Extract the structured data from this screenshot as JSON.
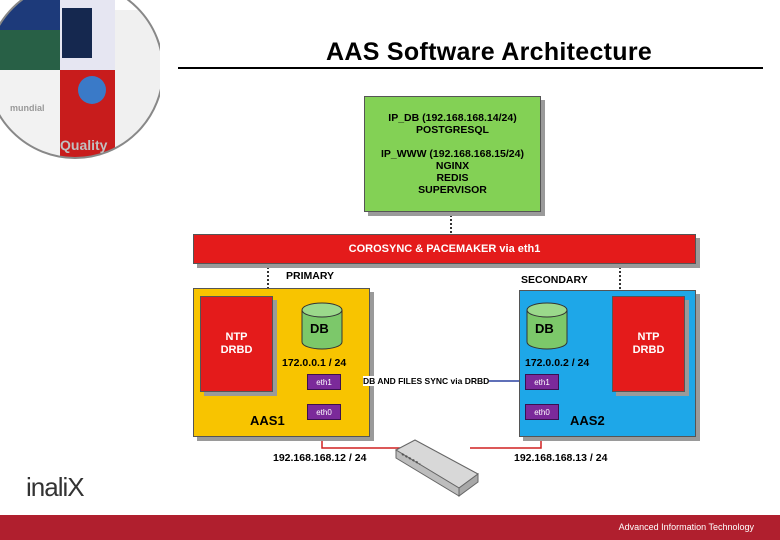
{
  "title": "AAS Software Architecture",
  "top_server": {
    "line1": "IP_DB (192.168.168.14/24)",
    "line2": "POSTGRESQL",
    "line3": "IP_WWW (192.168.168.15/24)",
    "line4": "NGINX",
    "line5": "REDIS",
    "line6": "SUPERVISOR"
  },
  "cluster_bar": "COROSYNC & PACEMAKER via eth1",
  "primary_label": "PRIMARY",
  "secondary_label": "SECONDARY",
  "node1": {
    "ntp_line1": "NTP",
    "ntp_line2": "DRBD",
    "db": "DB",
    "ip": "172.0.0.1 / 24",
    "eth1": "eth1",
    "eth0": "eth0",
    "name": "AAS1",
    "public_ip": "192.168.168.12 / 24"
  },
  "node2": {
    "ntp_line1": "NTP",
    "ntp_line2": "DRBD",
    "db": "DB",
    "ip": "172.0.0.2 / 24",
    "eth1": "eth1",
    "eth0": "eth0",
    "name": "AAS2",
    "public_ip": "192.168.168.13 / 24"
  },
  "sync_label": "DB AND FILES SYNC via DRBD",
  "brand": "inaliX",
  "footer": "Advanced Information Technology",
  "logo_overlay": {
    "word1": "mundial",
    "word2": "Quality"
  },
  "colors": {
    "server_green": "#83d155",
    "cluster_red": "#e41b1b",
    "node1_yellow": "#f8c400",
    "node2_blue": "#1ea7e8",
    "db_green": "#7cc86a",
    "nic_purple": "#7b2a9a",
    "footer_red": "#b01f2e"
  }
}
